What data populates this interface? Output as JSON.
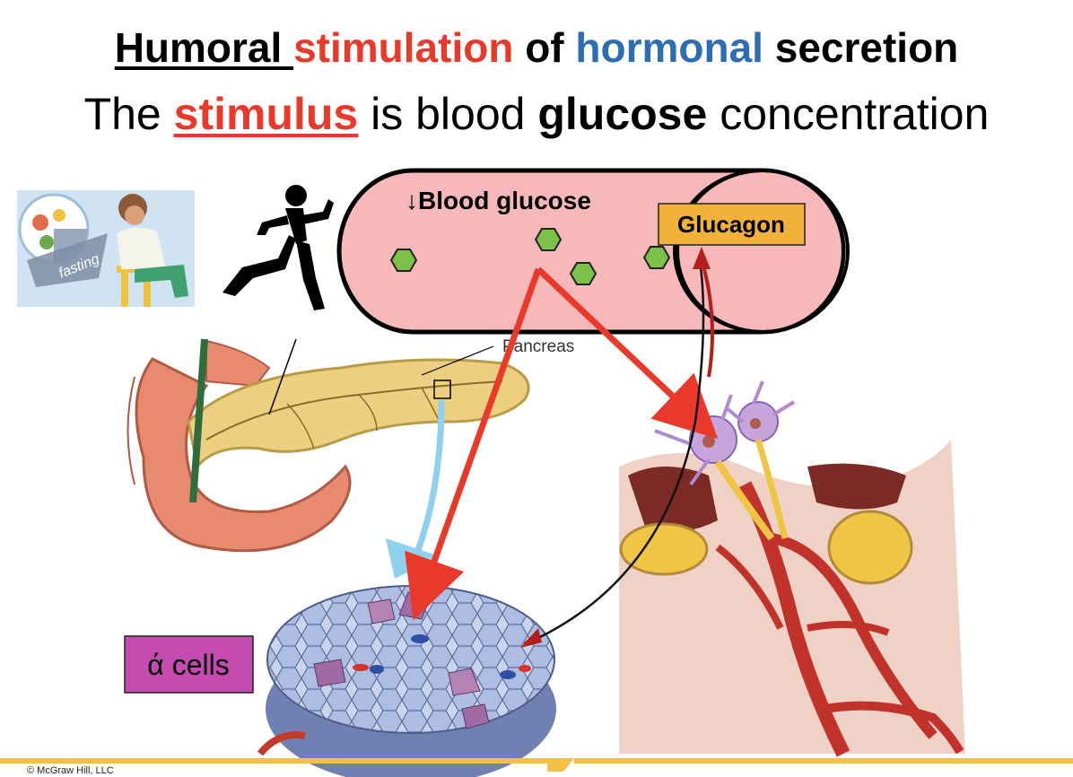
{
  "title": {
    "line1": [
      "Humoral ",
      "stimulation",
      " of ",
      "hormonal",
      " secretion"
    ],
    "line2": [
      "The ",
      "stimulus",
      " is blood ",
      "glucose",
      " concentration"
    ]
  },
  "vessel": {
    "label": "↓Blood glucose",
    "hormone_label": "Glucagon"
  },
  "pancreas_label": "Pancreas",
  "fasting_label": "fasting",
  "cells_label": "ά cells",
  "copyright": "© McGraw Hill, LLC",
  "colors": {
    "red": "#e8392a",
    "blue": "#2d6db4",
    "vessel_fill": "#f6b8b8",
    "glucose_hex": "#7cc24a",
    "glucagon_box": "#f2b23a",
    "alpha_box": "#c44bb0",
    "footer_bar": "#f2c04a"
  },
  "icons": [
    "running-person-icon",
    "fasting-illustration",
    "pancreas-illustration",
    "islet-cells-illustration",
    "liver-capillary-illustration",
    "glucose-molecule-icon"
  ]
}
